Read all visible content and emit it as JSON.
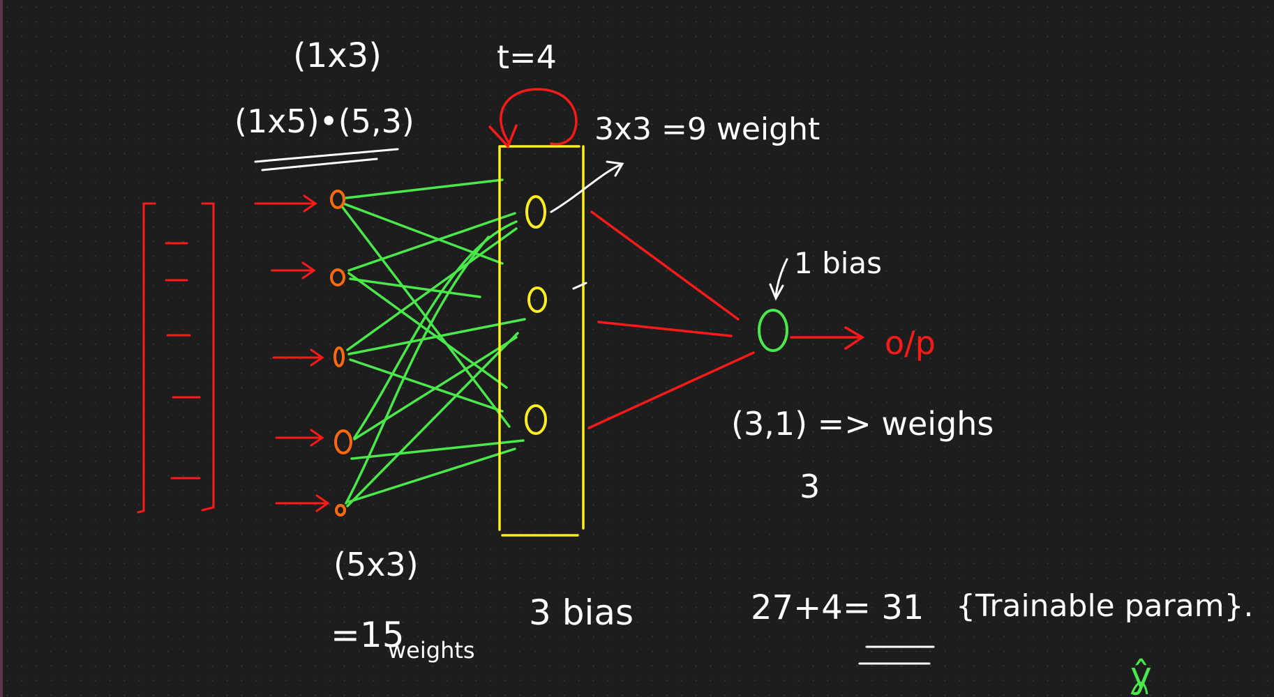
{
  "colors": {
    "background": "#1d1d1d",
    "ink_white": "#ffffff",
    "ink_red": "#ff1a1a",
    "ink_green": "#4be84b",
    "ink_yellow": "#ffee22",
    "ink_orange": "#ff6a10"
  },
  "annotations": {
    "top_shape": "(1x3)",
    "time_step": "t=4",
    "dot_product": "(1x5)•(5,3)",
    "recurrent_weights": "3x3 =9 weight",
    "output_bias": "1 bias",
    "output_label": "o/p",
    "output_weights_shape": "(3,1) => weighs",
    "output_weights_count": "3",
    "input_weights_shape": "(5x3)",
    "input_weights_count": "=15",
    "input_weights_word": "weights",
    "hidden_bias": "3 bias",
    "total_sum": "27+4= 31",
    "trainable_params": "{Trainable param}.",
    "y_hat": "ŷ"
  },
  "network": {
    "input_nodes": 5,
    "hidden_nodes": 3,
    "output_nodes": 1
  }
}
